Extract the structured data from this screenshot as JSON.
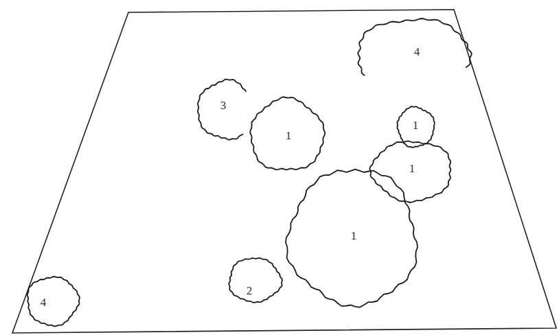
{
  "diagram": {
    "nodes": [
      {
        "text": [
          "4"
        ]
      },
      {
        "text": [
          "3"
        ]
      },
      {
        "text": [
          "1"
        ]
      },
      {
        "text": [
          "1"
        ]
      },
      {
        "text": [
          "1"
        ]
      },
      {
        "text": [
          "1"
        ]
      },
      {
        "text": [
          "2"
        ]
      },
      {
        "text": [
          "4"
        ]
      }
    ]
  }
}
